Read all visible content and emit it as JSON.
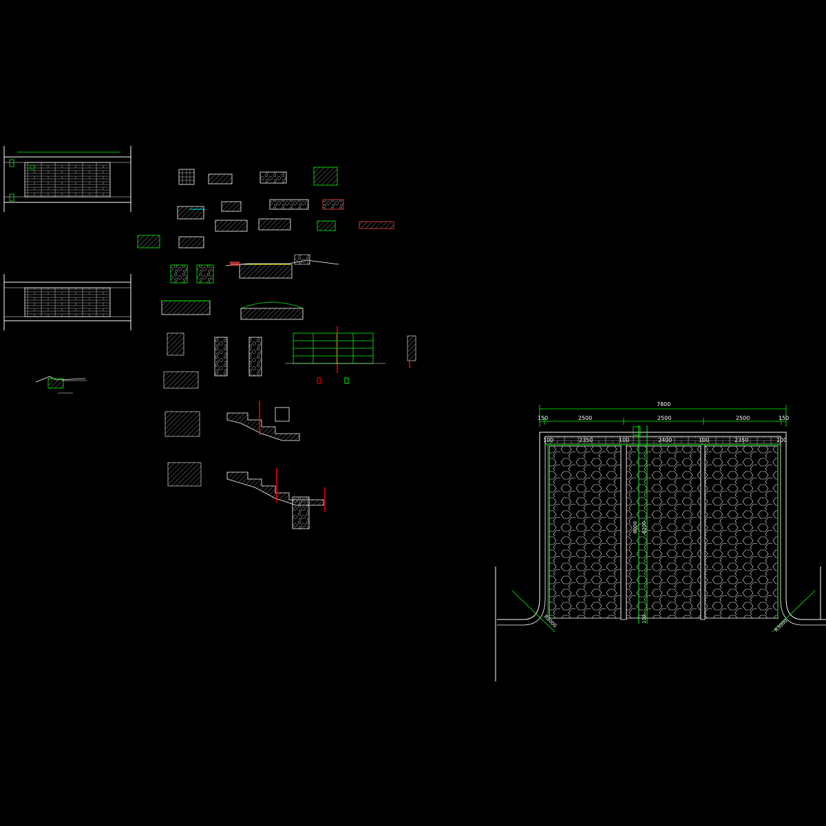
{
  "drawing": {
    "background": "#000000",
    "line_color": "#ffffff",
    "dimension_color": "#00ff00",
    "highlight_color": "#ff0000",
    "accent_color": "#ffff00"
  },
  "main_plan": {
    "overall_width": "7800",
    "top_segments": [
      "150",
      "2500",
      "2500",
      "2500",
      "150"
    ],
    "inner_segments": [
      "100",
      "2350",
      "100",
      "2400",
      "100",
      "2350",
      "100"
    ],
    "vertical_dims": [
      "6000",
      "6200"
    ],
    "bottom_dim": "100",
    "radius_left": "R3000",
    "radius_right": "R3000",
    "paving_pattern": "hexagon"
  }
}
